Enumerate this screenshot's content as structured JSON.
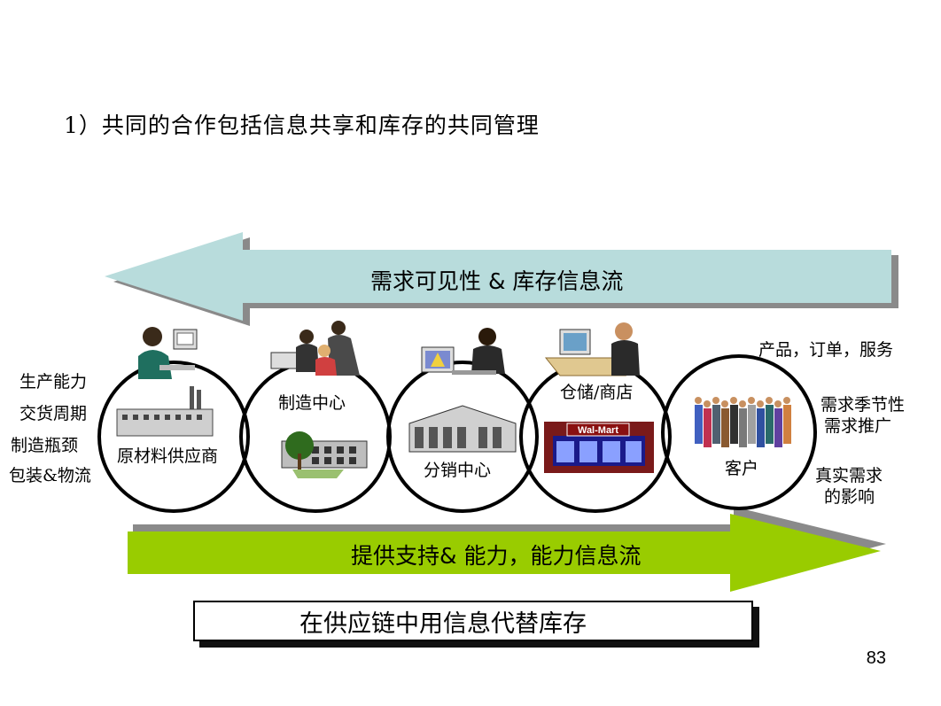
{
  "title": "1）共同的合作包括信息共享和库存的共同管理",
  "top_arrow": {
    "text": "需求可见性 & 库存信息流",
    "color": "#b8dcdc"
  },
  "bottom_arrow": {
    "text": "提供支持& 能力，能力信息流",
    "color": "#99cc00"
  },
  "center_box": {
    "text": "在供应链中用信息代替库存"
  },
  "nodes": [
    {
      "label": "原材料供应商"
    },
    {
      "label": "制造中心"
    },
    {
      "label": "分销中心"
    },
    {
      "label": "仓储/商店",
      "store_sign": "Wal-Mart"
    },
    {
      "label": "客户"
    }
  ],
  "left_notes": [
    "生产能力",
    "交货周期",
    "制造瓶颈",
    "包装&物流"
  ],
  "right_notes": {
    "top": "产品，订单，服务",
    "mid": [
      "需求季节性",
      "需求推广"
    ],
    "bottom": [
      "真实需求",
      "的影响"
    ]
  },
  "page_number": "83"
}
